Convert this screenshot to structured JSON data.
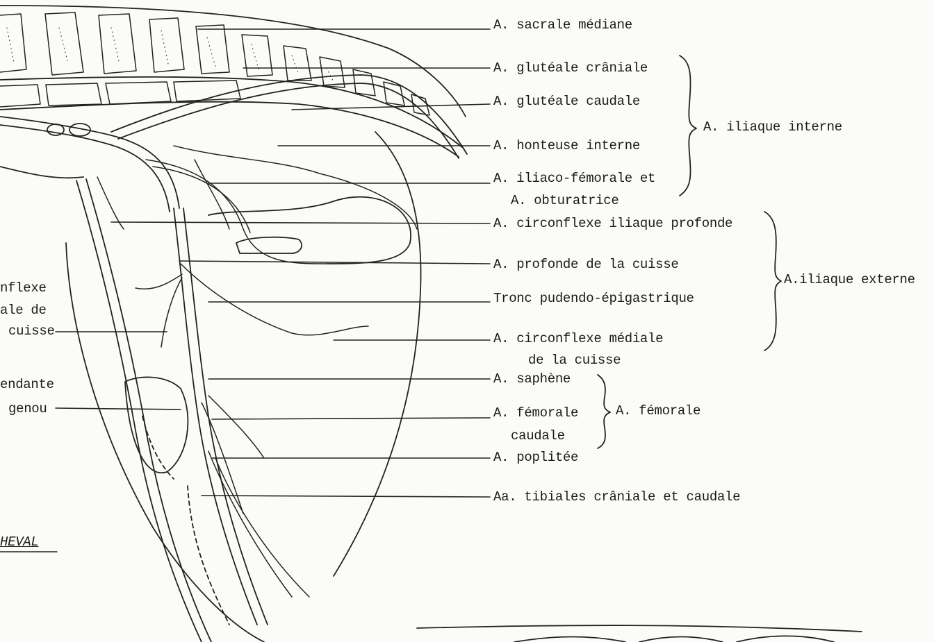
{
  "labels": {
    "sacrale_mediane": "A. sacrale médiane",
    "gluteale_craniale": "A. glutéale crâniale",
    "gluteale_caudale": "A. glutéale caudale",
    "honteuse_interne": "A. honteuse interne",
    "iliaco_femorale_1": "A. iliaco-fémorale et",
    "iliaco_femorale_2": "A. obturatrice",
    "circonflexe_iliaque": "A. circonflexe iliaque profonde",
    "profonde_cuisse": "A. profonde de la cuisse",
    "tronc_pudendo": "Tronc pudendo-épigastrique",
    "circonflexe_mediale_1": "A. circonflexe médiale",
    "circonflexe_mediale_2": "de la cuisse",
    "saphene": "A. saphène",
    "femorale_caudale_1": "A. fémorale",
    "femorale_caudale_2": "caudale",
    "poplitee": "A. poplitée",
    "tibiales": "Aa. tibiales crâniale et caudale"
  },
  "groups": {
    "iliaque_interne": "A. iliaque interne",
    "iliaque_externe": "A.iliaque externe",
    "femorale": "A. fémorale"
  },
  "left_labels": {
    "circ_lat_1": "nflexe",
    "circ_lat_2": "ale de",
    "circ_lat_3": "cuisse",
    "desc_1": "endante",
    "desc_2": "genou"
  },
  "caption": "HEVAL"
}
